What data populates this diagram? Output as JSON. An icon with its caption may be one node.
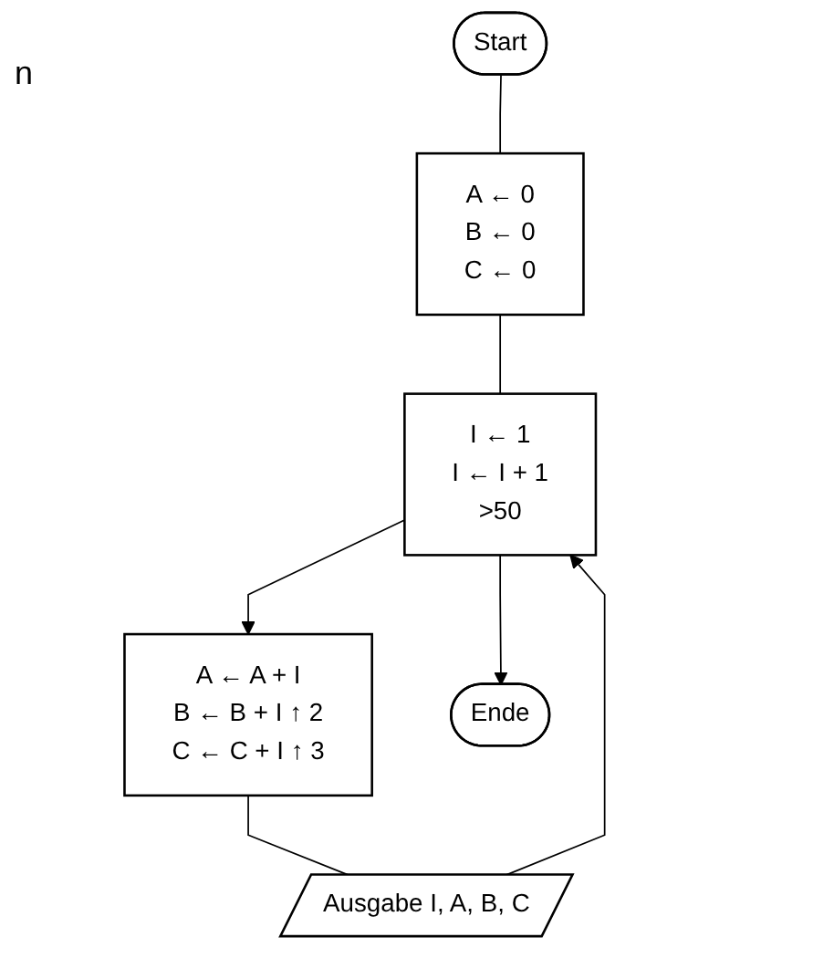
{
  "diagram": {
    "nodes": [
      {
        "text": [
          "Start"
        ]
      },
      {
        "text": [
          "A ← 0",
          "B ← 0",
          "C ← 0"
        ]
      },
      {
        "text": [
          "I ← 1",
          "I ← I + 1",
          ">50"
        ]
      },
      {
        "text": [
          "A ← A + I",
          "B ← B + I ↑ 2",
          "C ← C + I ↑ 3"
        ]
      },
      {
        "text": [
          "Ausgabe I, A, B, C"
        ]
      },
      {
        "text": [
          "Ende"
        ]
      }
    ],
    "edges": [
      {
        "from": 0,
        "to": 1,
        "arrow": "none"
      },
      {
        "from": 1,
        "to": 2,
        "arrow": "none"
      },
      {
        "from": 2,
        "to": 3,
        "arrow": "to"
      },
      {
        "from": 2,
        "to": 5,
        "arrow": "to"
      },
      {
        "from": 3,
        "to": 4,
        "arrow": "none"
      },
      {
        "from": 4,
        "to": 2,
        "arrow": "to"
      }
    ],
    "labels": [
      "n"
    ]
  }
}
